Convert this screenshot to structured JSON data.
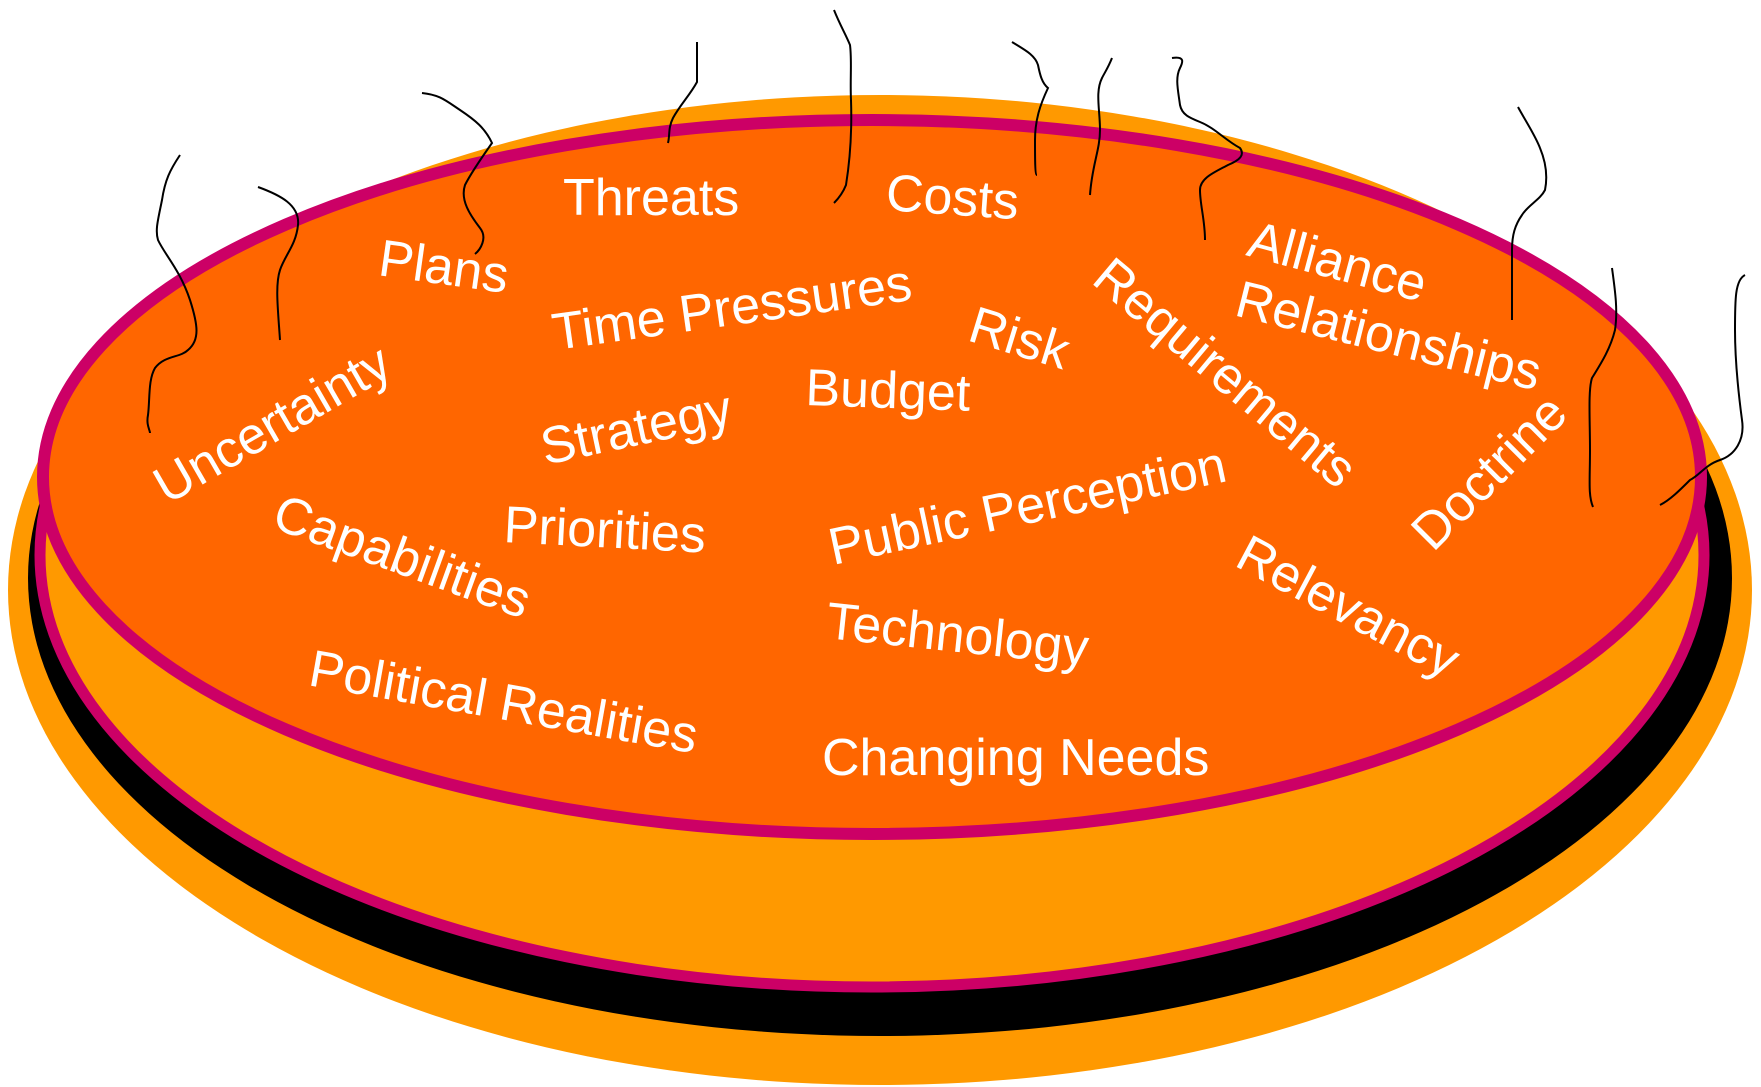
{
  "colors": {
    "pot_outer": "#FF9900",
    "pot_band": "#000000",
    "pot_rim": "#CC0066",
    "pot_surface": "#FF6600",
    "text": "#FFFFFF",
    "steam": "#000000"
  },
  "words": {
    "threats": "Threats",
    "costs": "Costs",
    "plans": "Plans",
    "time_pressures": "Time Pressures",
    "risk": "Risk",
    "alliance": "Alliance",
    "relationships": "Relationships",
    "requirements": "Requirements",
    "uncertainty": "Uncertainty",
    "strategy": "Strategy",
    "budget": "Budget",
    "doctrine": "Doctrine",
    "capabilities": "Capabilities",
    "priorities": "Priorities",
    "public_perception": "Public Perception",
    "relevancy": "Relevancy",
    "technology": "Technology",
    "political_realities": "Political Realities",
    "changing_needs": "Changing Needs"
  }
}
